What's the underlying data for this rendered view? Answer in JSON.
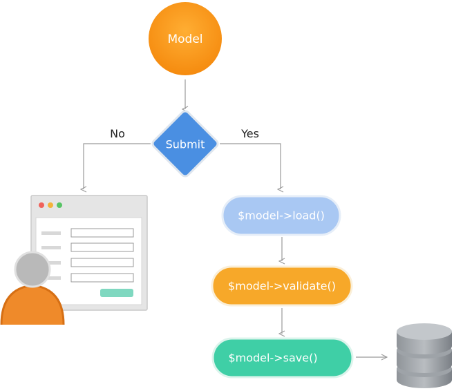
{
  "nodes": {
    "model": "Model",
    "submit": "Submit",
    "load": "$model->load()",
    "validate": "$model->validate()",
    "save": "$model->save()"
  },
  "edges": {
    "no_label": "No",
    "yes_label": "Yes"
  },
  "icons": {
    "form_window": "form-window-icon",
    "user": "user-avatar-icon",
    "database": "database-icon"
  },
  "colors": {
    "model": "#f7941d",
    "submit": "#4a8fe2",
    "load": "#a9c8f3",
    "validate": "#f7a829",
    "save": "#3fcfa6",
    "arrow": "#9a9a9a"
  }
}
